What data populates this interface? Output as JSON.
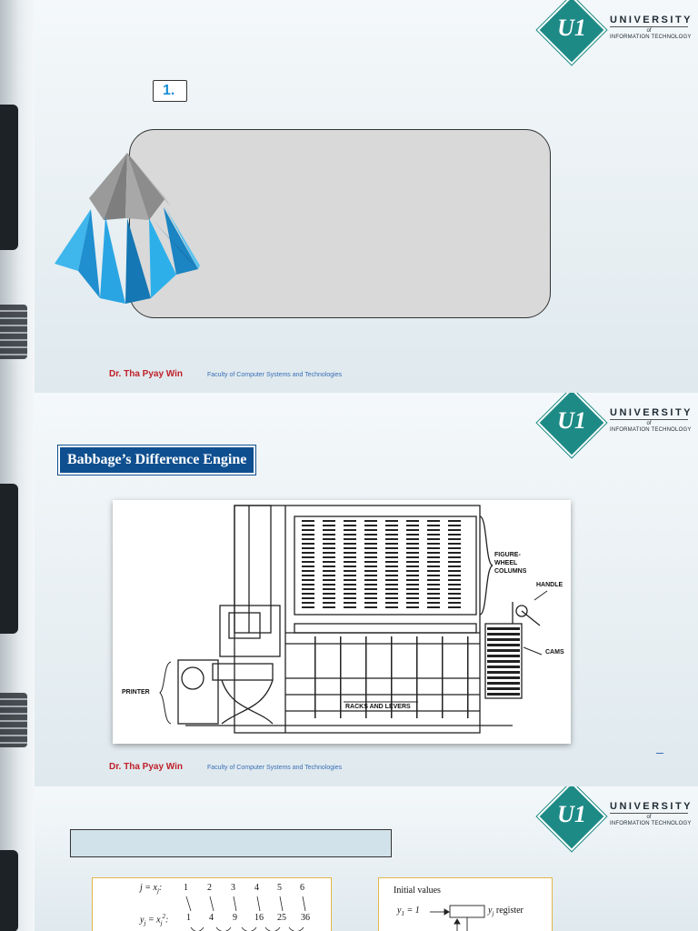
{
  "logo": {
    "monogram": "U1",
    "line1": "UNIVERSITY",
    "line2": "of",
    "line3": "INFORMATION TECHNOLOGY"
  },
  "footer": {
    "name": "Dr. Tha Pyay Win",
    "faculty": "Faculty of Computer Systems and Technologies"
  },
  "slide1": {
    "number": "1."
  },
  "slide2": {
    "title": "Babbage’s Difference Engine",
    "labels": {
      "figure_wheel": "FIGURE-\nWHEEL\nCOLUMNS",
      "handle": "HANDLE",
      "cams": "CAMS",
      "printer": "PRINTER",
      "racks": "RACKS AND LEVERS"
    }
  },
  "slide3": {
    "row1_label": "j = x",
    "row1_sub": "j",
    "row1_values": [
      "1",
      "2",
      "3",
      "4",
      "5",
      "6"
    ],
    "row2_label": "y",
    "row2_mid": " = x",
    "row2_sub": "j",
    "row2_sup": "2",
    "row2_values": [
      "1",
      "4",
      "9",
      "16",
      "25",
      "36"
    ],
    "initial_values": "Initial values",
    "y1": "y",
    "y1_sub": "1",
    "y1_eq": " = 1",
    "register_label": "y",
    "register_sub": "j",
    "register_text": " register"
  },
  "colors": {
    "brand": "#1d8a86",
    "title_blue": "#0f4f8f",
    "name_red": "#c0202a",
    "faculty_blue": "#3a6fb6"
  }
}
